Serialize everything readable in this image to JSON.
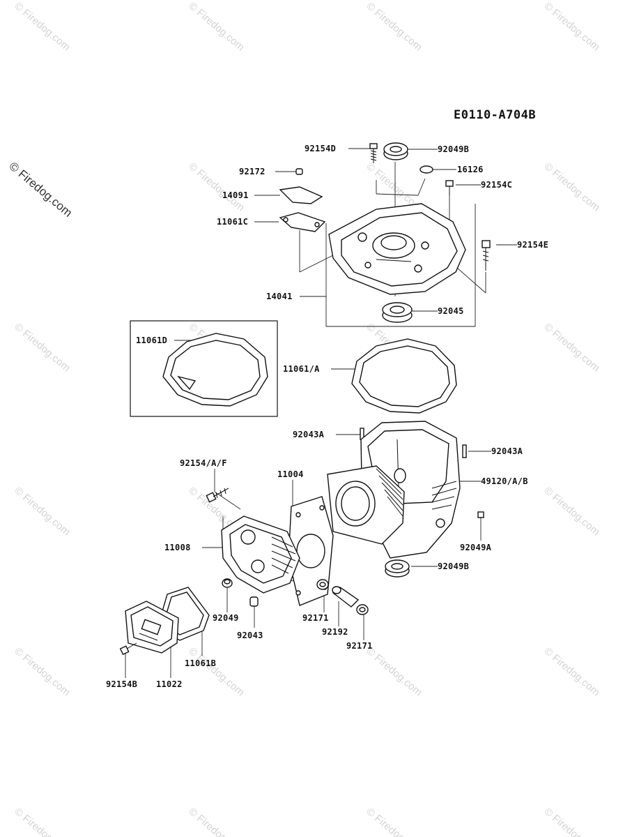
{
  "diagram": {
    "code": "E0110-A704B",
    "watermark": "© Firedog.com",
    "parts": [
      "92154D",
      "92049B",
      "92172",
      "16126",
      "92154C",
      "14091",
      "11061C",
      "92154E",
      "14041",
      "92045",
      "11061D",
      "11061/A",
      "92043A",
      "92043A",
      "92154/A/F",
      "11004",
      "49120/A/B",
      "11008",
      "92049A",
      "92049B",
      "92049",
      "92171",
      "92043",
      "92192",
      "92171",
      "11061B",
      "92154B",
      "11022"
    ]
  }
}
